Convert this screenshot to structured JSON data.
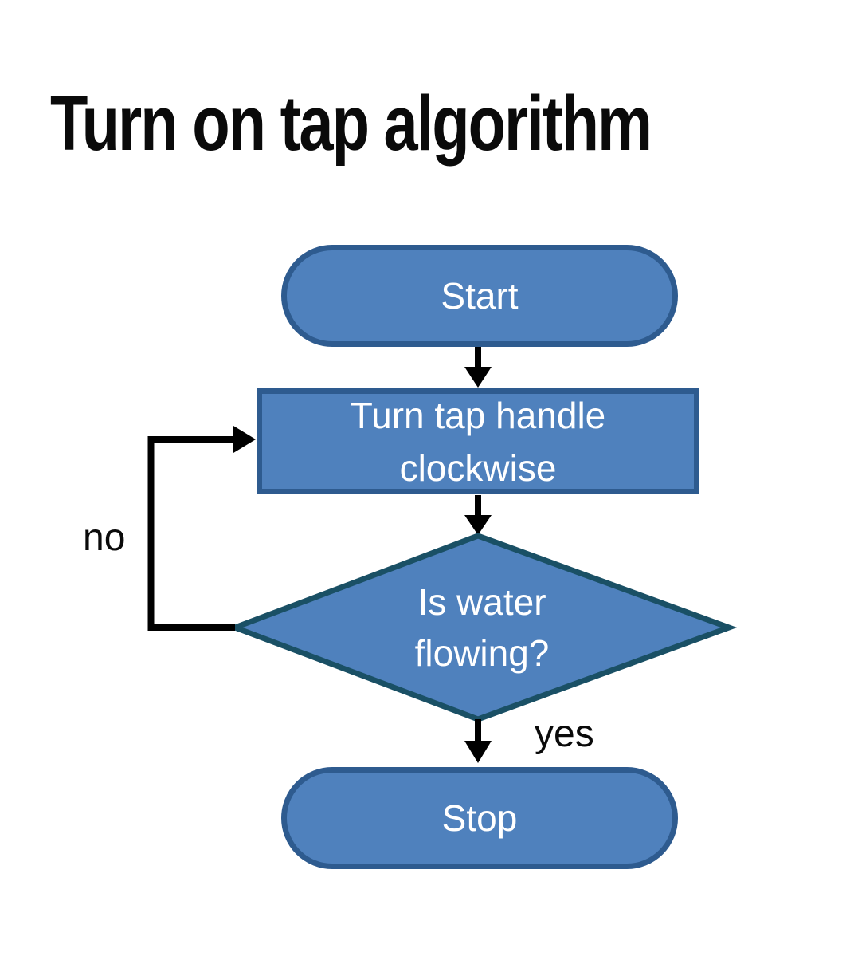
{
  "title": "Turn on tap algorithm",
  "colors": {
    "background": "#ffffff",
    "node_fill": "#4F81BD",
    "terminator_stroke": "#2E5B8F",
    "process_stroke": "#2E5B8F",
    "decision_stroke": "#1A5065",
    "arrow": "#000000",
    "node_text": "#ffffff",
    "title_text": "#0a0a0a"
  },
  "diagram": {
    "type": "flowchart",
    "nodes": [
      {
        "id": "start",
        "type": "terminator",
        "label": "Start"
      },
      {
        "id": "process",
        "type": "process",
        "label": "Turn tap handle clockwise",
        "lines": [
          "Turn tap handle",
          "clockwise"
        ]
      },
      {
        "id": "decision",
        "type": "decision",
        "label": "Is water flowing?",
        "lines": [
          "Is water",
          "flowing?"
        ]
      },
      {
        "id": "stop",
        "type": "terminator",
        "label": "Stop"
      }
    ],
    "edges": [
      {
        "from": "start",
        "to": "process",
        "label": ""
      },
      {
        "from": "process",
        "to": "decision",
        "label": ""
      },
      {
        "from": "decision",
        "to": "stop",
        "label": "yes"
      },
      {
        "from": "decision",
        "to": "process",
        "label": "no"
      }
    ]
  }
}
